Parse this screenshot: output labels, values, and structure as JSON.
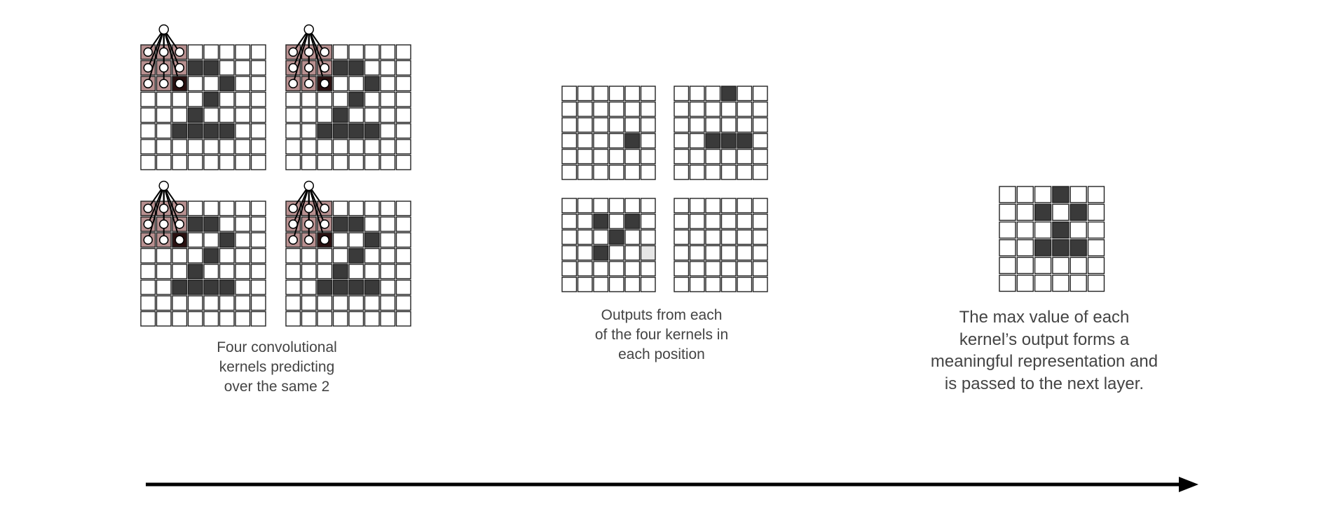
{
  "captions": {
    "input": [
      "Four convolutional",
      "kernels predicting",
      "over the same 2"
    ],
    "output": [
      "Outputs from each",
      "of the four kernels in",
      "each position"
    ],
    "max": [
      "The max value of each",
      "kernel’s output forms a",
      "meaningful representation and",
      "is passed to the next layer."
    ]
  },
  "colors": {
    "cell_filled": "#3a3a3a",
    "cell_empty": "#ffffff",
    "cell_light": "#e6e6e6",
    "kernel_window": "#b89090",
    "grid_line": "#222222",
    "arrow": "#000000"
  },
  "input_grid": {
    "rows": 8,
    "cols": 8,
    "filled": [
      [
        1,
        3
      ],
      [
        1,
        4
      ],
      [
        2,
        5
      ],
      [
        3,
        4
      ],
      [
        4,
        3
      ],
      [
        5,
        2
      ],
      [
        5,
        3
      ],
      [
        5,
        4
      ],
      [
        5,
        5
      ]
    ],
    "kernel_size": 3,
    "node_rows": 3,
    "node_cols": 3,
    "highlighted_node": [
      2,
      2
    ]
  },
  "output_grids": [
    {
      "rows": 6,
      "cols": 6,
      "filled": [
        [
          3,
          4
        ]
      ],
      "light": []
    },
    {
      "rows": 6,
      "cols": 6,
      "filled": [
        [
          0,
          3
        ],
        [
          3,
          2
        ],
        [
          3,
          3
        ],
        [
          3,
          4
        ]
      ],
      "light": []
    },
    {
      "rows": 6,
      "cols": 6,
      "filled": [
        [
          1,
          2
        ],
        [
          1,
          4
        ],
        [
          2,
          3
        ],
        [
          3,
          2
        ]
      ],
      "light": [
        [
          3,
          5
        ]
      ]
    },
    {
      "rows": 6,
      "cols": 6,
      "filled": [],
      "light": []
    }
  ],
  "max_grid": {
    "rows": 6,
    "cols": 6,
    "filled": [
      [
        0,
        3
      ],
      [
        1,
        2
      ],
      [
        1,
        4
      ],
      [
        2,
        3
      ],
      [
        3,
        2
      ],
      [
        3,
        3
      ],
      [
        3,
        4
      ]
    ]
  }
}
